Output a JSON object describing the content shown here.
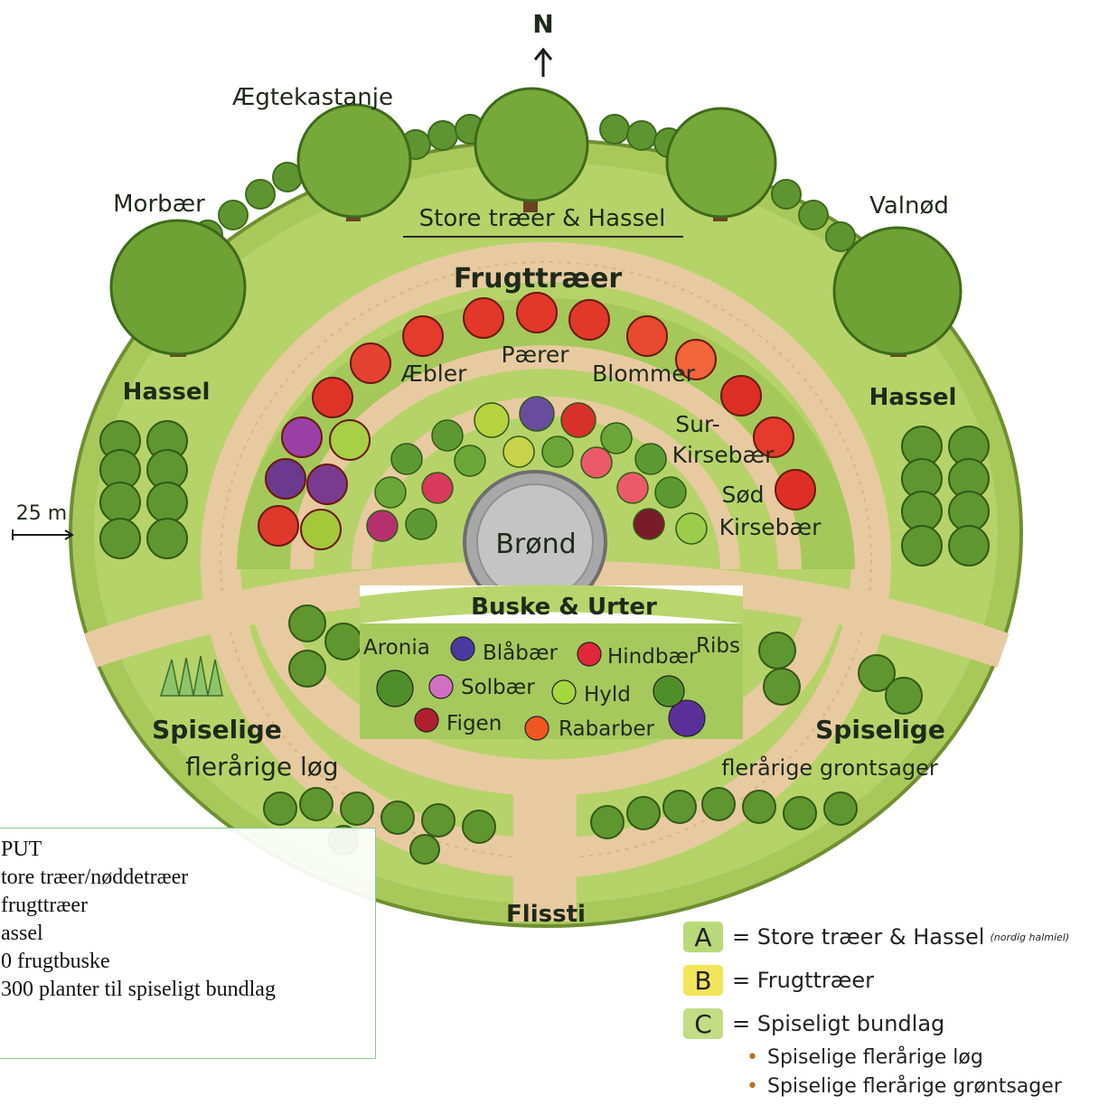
{
  "compass": {
    "letter": "N"
  },
  "scale": {
    "label": "25 m"
  },
  "trees": {
    "top": "Ægtekastanje",
    "left": "Morbær",
    "right": "Valnød"
  },
  "zones": {
    "outer": "Store træer & Hassel",
    "hassel_left": "Hassel",
    "hassel_right": "Hassel",
    "fruit_ring": "Frugttræer",
    "center": "Brønd",
    "bushes": "Buske & Urter",
    "path": "Flissti",
    "bottom_left_1": "Spiselige",
    "bottom_left_2": "flerårige løg",
    "bottom_right_1": "Spiselige",
    "bottom_right_2": "flerårige grontsager"
  },
  "fruit_labels": {
    "aebler": "Æbler",
    "paerer": "Pærer",
    "blommer": "Blommer",
    "surkirsebaer_1": "Sur-",
    "surkirsebaer_2": "Kirsebær",
    "sodkirsebaer_1": "Sød",
    "sodkirsebaer_2": "Kirsebær"
  },
  "bush_labels": {
    "aronia": "Aronia",
    "blabaer": "Blåbær",
    "hindbaer": "Hindbær",
    "ribs": "Ribs",
    "solbaer": "Solbær",
    "hyld": "Hyld",
    "figen": "Figen",
    "rabarber": "Rabarber"
  },
  "input_box": {
    "lines": [
      "PUT",
      "tore træer/nøddetræer",
      " frugttræer",
      "assel",
      "0 frugtbuske",
      "300 planter til spiseligt bundlag"
    ]
  },
  "legend": {
    "a_key": "A",
    "a_text": "= Store træer & Hassel",
    "a_note": "(nordig halmiel)",
    "b_key": "B",
    "b_text": "= Frugttræer",
    "c_key": "C",
    "c_text": "= Spiseligt bundlag",
    "c_sub_1": "Spiselige flerårige løg",
    "c_sub_2": "Spiselige flerårige grøntsager",
    "colors": {
      "a": "#b9d97a",
      "b": "#f3e55a",
      "c": "#c3dc86"
    }
  }
}
